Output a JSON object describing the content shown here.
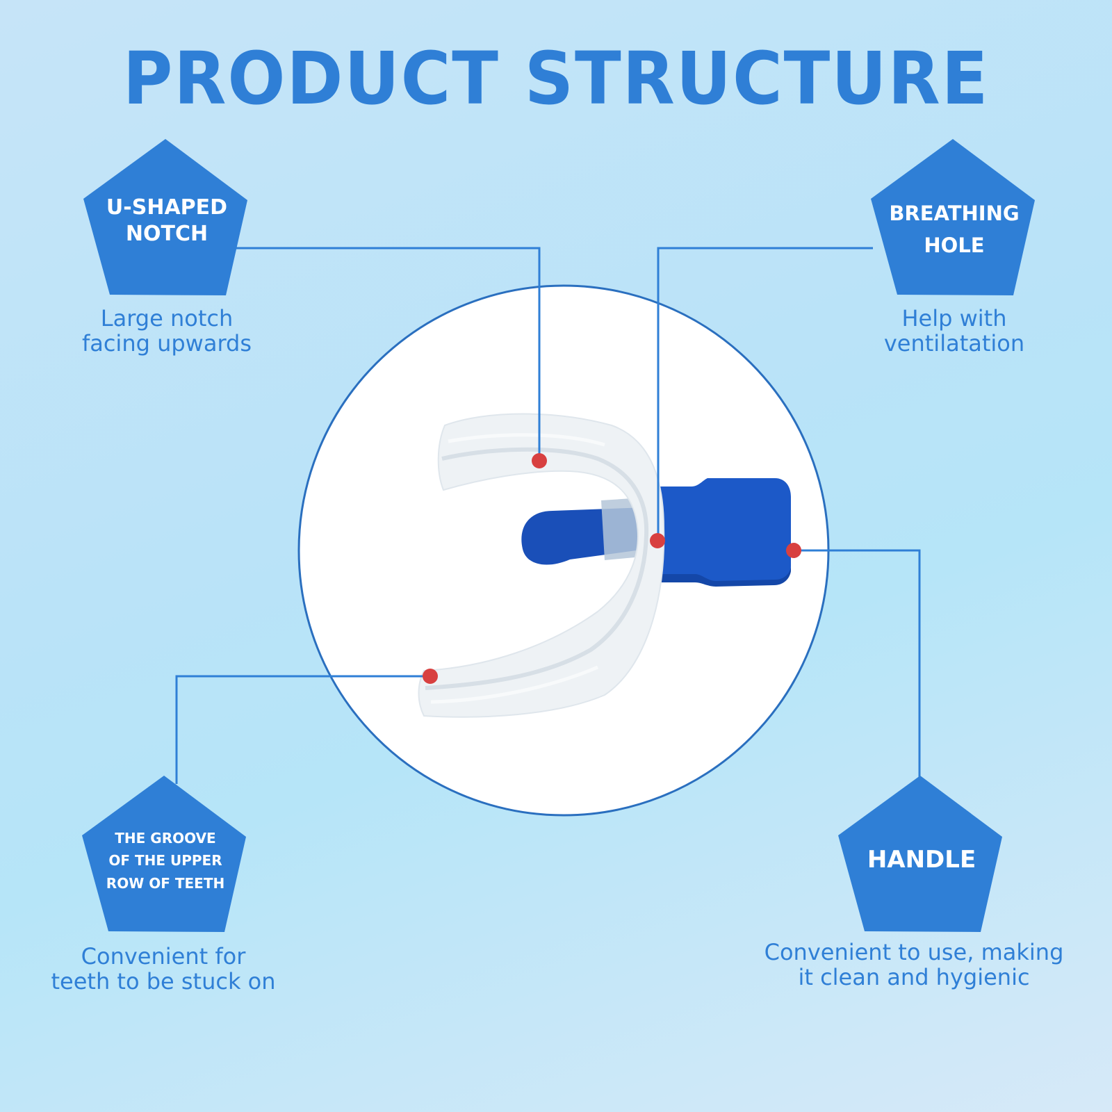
{
  "title": "PRODUCT STRUCTURE",
  "colors": {
    "accent": "#2f7fd6",
    "pentagon_fill": "#2f7fd6",
    "line_color": "#2f7fd6",
    "circle_stroke": "#2a6fbf",
    "marker_dot": "#d84040",
    "handle_blue": "#1c55c4",
    "background": "#bfe4f8"
  },
  "features": [
    {
      "id": "u-shaped-notch",
      "label": "U-SHAPED\nNOTCH",
      "description": "Large notch\nfacing upwards"
    },
    {
      "id": "breathing-hole",
      "label": "BREATHING\nHOLE",
      "description": "Help with\nventilatation"
    },
    {
      "id": "upper-teeth-groove",
      "label": "THE GROOVE\nOF THE UPPER\nROW OF TEETH",
      "description": "Convenient for\nteeth to be stuck on"
    },
    {
      "id": "handle",
      "label": "HANDLE",
      "description": "Convenient to use, making\nit clean and hygienic"
    }
  ],
  "product": {
    "name": "mouth guard",
    "image_alt": "Clear mouth guard tray with blue handle"
  }
}
